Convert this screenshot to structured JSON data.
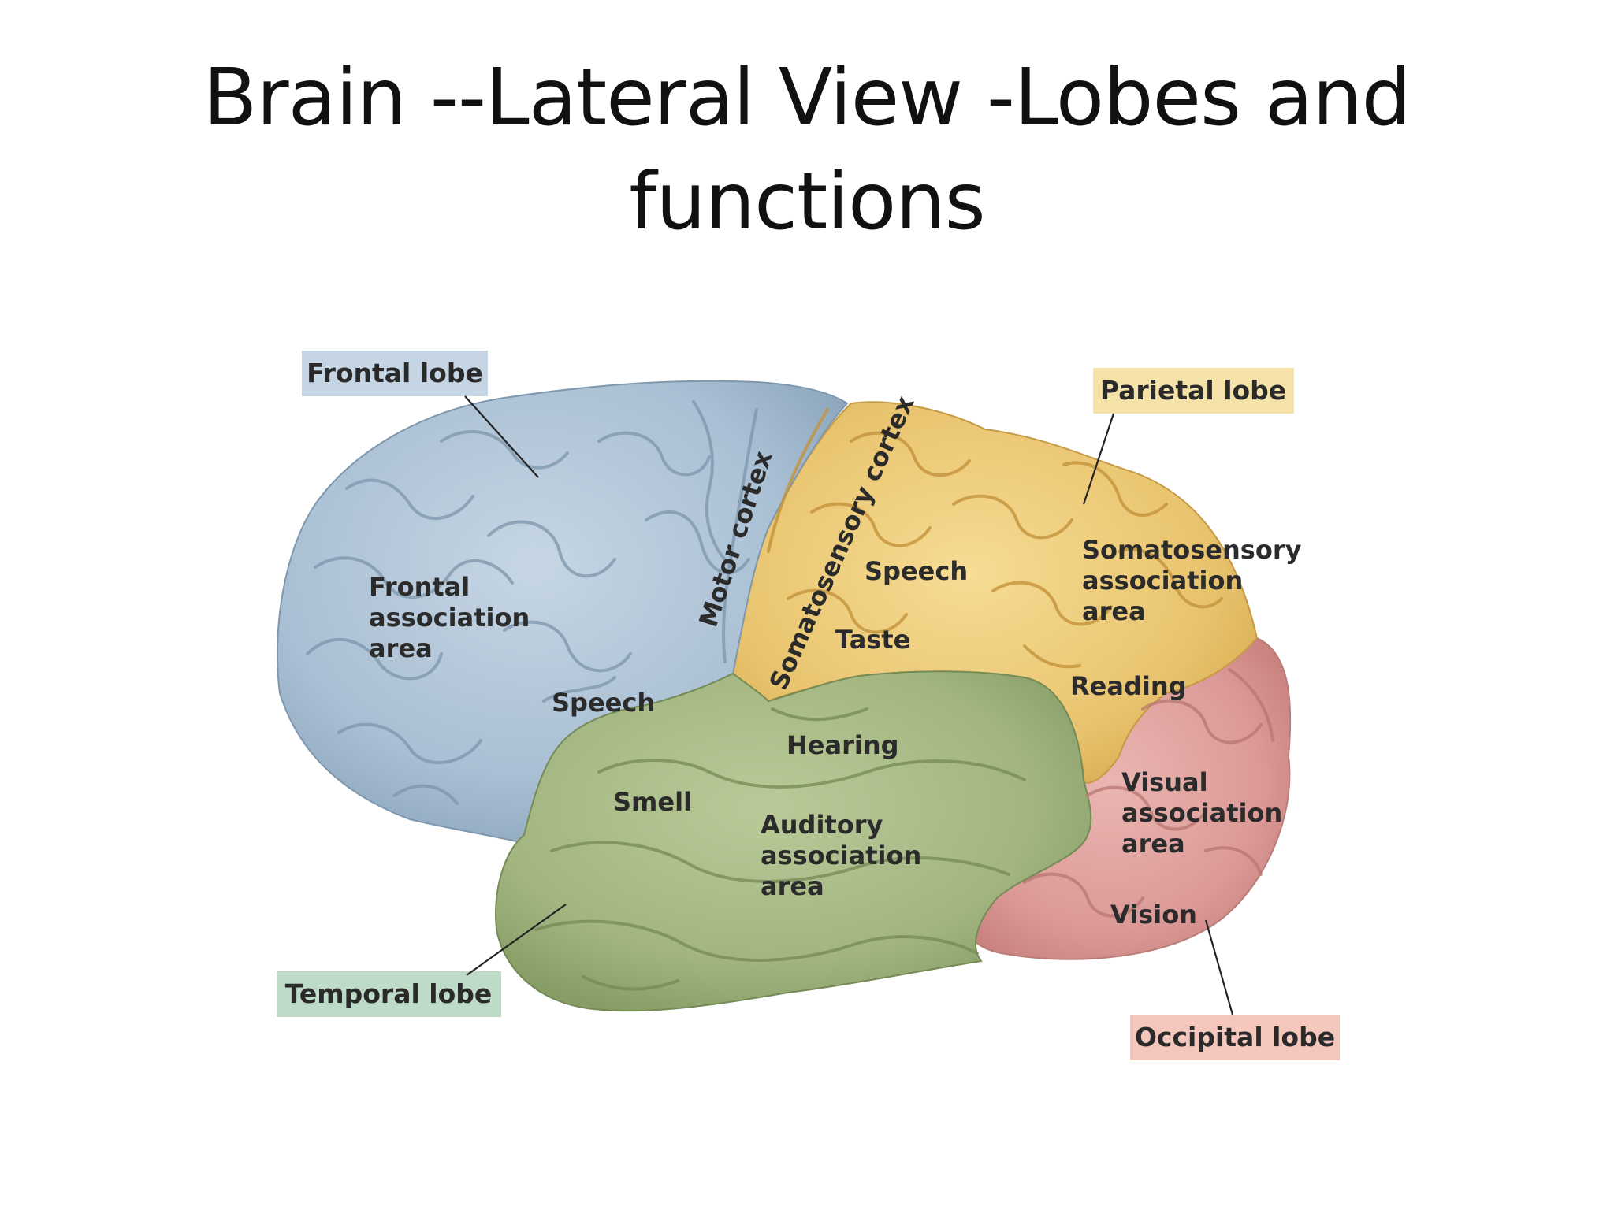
{
  "slide": {
    "title_line1": "Brain --Lateral View -Lobes and",
    "title_line2": "functions"
  },
  "lobes": {
    "frontal": {
      "name": "Frontal lobe",
      "color": "#a9bfd3",
      "tag_color": "#c5d5e4"
    },
    "parietal": {
      "name": "Parietal lobe",
      "color": "#e9c46f",
      "tag_color": "#f5e2a9"
    },
    "temporal": {
      "name": "Temporal lobe",
      "color": "#a2b580",
      "tag_color": "#bedbc8"
    },
    "occipital": {
      "name": "Occipital lobe",
      "color": "#dc9a97",
      "tag_color": "#f4c6bc"
    }
  },
  "areas": {
    "frontal_association": [
      "Frontal",
      "association",
      "area"
    ],
    "speech_frontal": "Speech",
    "motor_cortex": "Motor cortex",
    "somatosensory_cortex": "Somatosensory cortex",
    "speech_parietal": "Speech",
    "taste": "Taste",
    "somatosensory_association": [
      "Somatosensory",
      "association",
      "area"
    ],
    "reading": "Reading",
    "hearing": "Hearing",
    "smell": "Smell",
    "auditory_association": [
      "Auditory",
      "association",
      "area"
    ],
    "visual_association": [
      "Visual",
      "association",
      "area"
    ],
    "vision": "Vision"
  }
}
